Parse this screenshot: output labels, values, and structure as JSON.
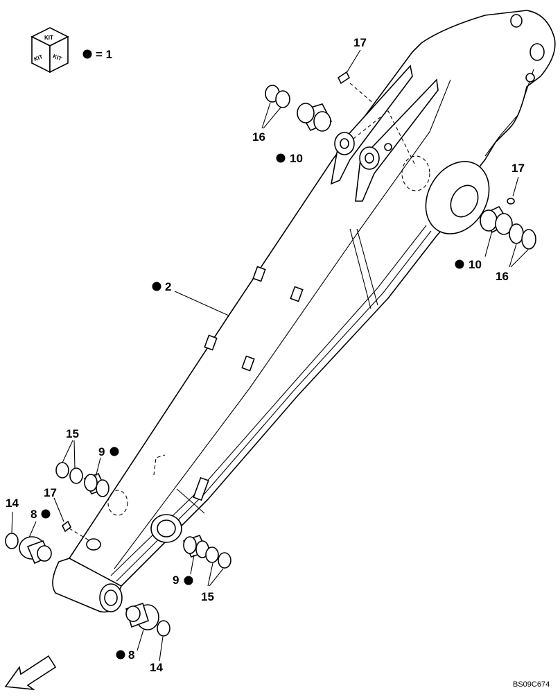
{
  "kit_legend": {
    "kit_text": "KIT",
    "equals_text": "= 1"
  },
  "callouts": {
    "p2": "2",
    "p8_top": "8",
    "p8_bottom": "8",
    "p9_top": "9",
    "p9_bottom": "9",
    "p10_top": "10",
    "p10_right": "10",
    "p14_left": "14",
    "p14_bottom": "14",
    "p15_top": "15",
    "p15_bottom": "15",
    "p16_top": "16",
    "p16_right": "16",
    "p17_top": "17",
    "p17_right": "17",
    "p17_left": "17"
  },
  "drawing_code": "BS09C674",
  "icons": [
    "kit-cube-icon",
    "kit-bullet-icon",
    "direction-arrow-icon"
  ]
}
